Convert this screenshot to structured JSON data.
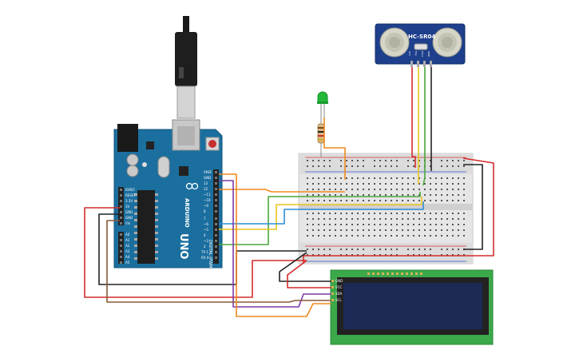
{
  "arduino": {
    "brand": "ARDUINO",
    "model": "UNO",
    "digital_header_label": "DIGITAL (PWM ~)",
    "power_pins": [
      "IOREF",
      "RESET",
      "3.3V",
      "5V",
      "GND",
      "GND",
      "Vin"
    ],
    "analog_pins": [
      "A0",
      "A1",
      "A2",
      "A3",
      "A4",
      "A5"
    ],
    "digital_pins": [
      "AREF",
      "GND",
      "13",
      "12",
      "~11",
      "~10",
      "~9",
      "8",
      "7",
      "~6",
      "~5",
      "4",
      "~3",
      "2",
      "TX 1",
      "RX 0"
    ],
    "colors": {
      "board": "#1b6f9f",
      "header": "#222222",
      "usb": "#c8c8c8"
    }
  },
  "sensor": {
    "label": "HC-SR04",
    "pins": [
      "VCC",
      "Trig",
      "Echo",
      "GND"
    ],
    "colors": {
      "board": "#1d3f8c",
      "transducer": "#d6d6c8"
    }
  },
  "lcd": {
    "pins": [
      "GND",
      "VCC",
      "SDA",
      "SCL"
    ],
    "colors": {
      "board": "#3ba84a",
      "screen": "#1c2a55"
    }
  },
  "wire_colors": {
    "red": "#d42b2b",
    "black": "#222222",
    "yellow": "#e8c61a",
    "green": "#4aa83a",
    "blue": "#2d8ed6",
    "orange": "#ef8a1e",
    "purple": "#7a3aa8",
    "brown": "#8a5a35"
  }
}
